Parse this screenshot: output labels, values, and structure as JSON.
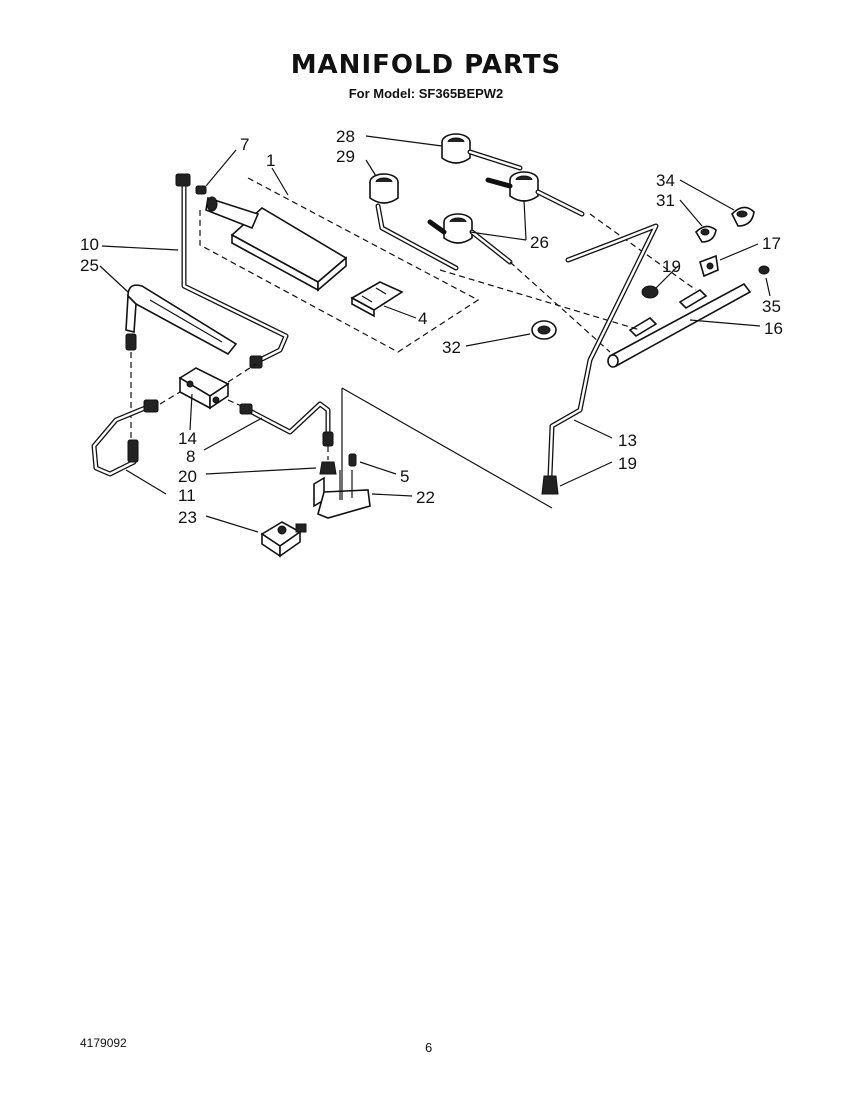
{
  "header": {
    "title": "MANIFOLD PARTS",
    "subtitle": "For Model: SF365BEPW2"
  },
  "footer": {
    "doc_number": "4179092",
    "page_number": "6"
  },
  "callouts": {
    "c7": "7",
    "c1": "1",
    "c10": "10",
    "c25": "25",
    "c4": "4",
    "c28": "28",
    "c29": "29",
    "c26": "26",
    "c34": "34",
    "c31": "31",
    "c17": "17",
    "c19a": "19",
    "c35": "35",
    "c16": "16",
    "c32": "32",
    "c14": "14",
    "c8": "8",
    "c20": "20",
    "c5": "5",
    "c22": "22",
    "c11": "11",
    "c23": "23",
    "c13": "13",
    "c19b": "19"
  }
}
